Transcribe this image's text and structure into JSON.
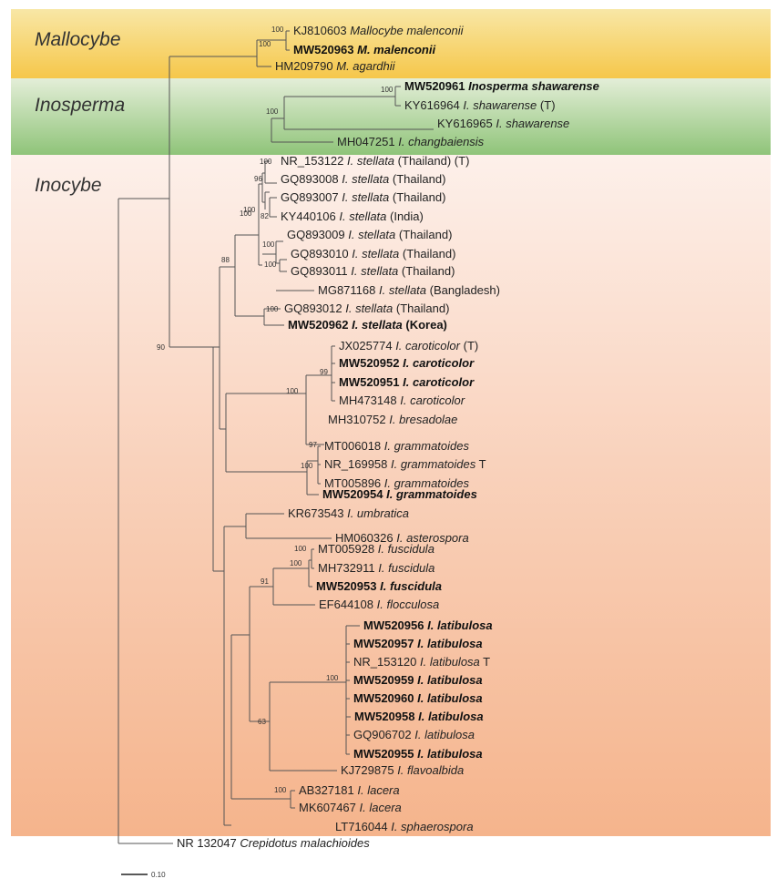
{
  "clades": [
    {
      "name": "Mallocybe",
      "color_top": "#f8e7a6",
      "color_bottom": "#f6c74a"
    },
    {
      "name": "Inosperma",
      "color_top": "#e4eed8",
      "color_bottom": "#8fc479"
    },
    {
      "name": "Inocybe",
      "color_top": "#fdf0ea",
      "color_bottom": "#f5b48c"
    }
  ],
  "taxa": [
    {
      "acc": "KJ810603",
      "species": "Mallocybe malenconii",
      "note": "",
      "bold": false
    },
    {
      "acc": "MW520963",
      "species": "M. malenconii",
      "note": "",
      "bold": true
    },
    {
      "acc": "HM209790",
      "species": "M. agardhii",
      "note": "",
      "bold": false
    },
    {
      "acc": "MW520961",
      "species": "Inosperma shawarense",
      "note": "",
      "bold": true
    },
    {
      "acc": "KY616964",
      "species": "I. shawarense",
      "note": "(T)",
      "bold": false
    },
    {
      "acc": "KY616965",
      "species": "I. shawarense",
      "note": "",
      "bold": false
    },
    {
      "acc": "MH047251",
      "species": "I. changbaiensis",
      "note": "",
      "bold": false
    },
    {
      "acc": "NR_153122",
      "species": "I. stellata",
      "note": "(Thailand) (T)",
      "bold": false
    },
    {
      "acc": "GQ893008",
      "species": "I. stellata",
      "note": "(Thailand)",
      "bold": false
    },
    {
      "acc": "GQ893007",
      "species": "I. stellata",
      "note": "(Thailand)",
      "bold": false
    },
    {
      "acc": "KY440106",
      "species": "I. stellata",
      "note": "(India)",
      "bold": false
    },
    {
      "acc": "GQ893009",
      "species": "I. stellata",
      "note": "(Thailand)",
      "bold": false
    },
    {
      "acc": "GQ893010",
      "species": "I. stellata",
      "note": "(Thailand)",
      "bold": false
    },
    {
      "acc": "GQ893011",
      "species": "I. stellata",
      "note": "(Thailand)",
      "bold": false
    },
    {
      "acc": "MG871168",
      "species": "I. stellata",
      "note": "(Bangladesh)",
      "bold": false
    },
    {
      "acc": "GQ893012",
      "species": "I. stellata",
      "note": "(Thailand)",
      "bold": false
    },
    {
      "acc": "MW520962",
      "species": "I. stellata",
      "note": "(Korea)",
      "bold": true
    },
    {
      "acc": "JX025774",
      "species": "I. caroticolor",
      "note": "(T)",
      "bold": false
    },
    {
      "acc": "MW520952",
      "species": "I. caroticolor",
      "note": "",
      "bold": true
    },
    {
      "acc": "MW520951",
      "species": "I. caroticolor",
      "note": "",
      "bold": true
    },
    {
      "acc": "MH473148",
      "species": "I. caroticolor",
      "note": "",
      "bold": false
    },
    {
      "acc": "MH310752",
      "species": "I. bresadolae",
      "note": "",
      "bold": false
    },
    {
      "acc": "MT006018",
      "species": "I. grammatoides",
      "note": "",
      "bold": false
    },
    {
      "acc": "NR_169958",
      "species": "I. grammatoides",
      "note": "T",
      "bold": false
    },
    {
      "acc": "MT005896",
      "species": "I. grammatoides",
      "note": "",
      "bold": false
    },
    {
      "acc": "MW520954",
      "species": "I. grammatoides",
      "note": "",
      "bold": true
    },
    {
      "acc": "KR673543",
      "species": "I. umbratica",
      "note": "",
      "bold": false
    },
    {
      "acc": "HM060326",
      "species": "I. asterospora",
      "note": "",
      "bold": false
    },
    {
      "acc": "MT005928",
      "species": "I. fuscidula",
      "note": "",
      "bold": false
    },
    {
      "acc": "MH732911",
      "species": "I. fuscidula",
      "note": "",
      "bold": false
    },
    {
      "acc": "MW520953",
      "species": "I. fuscidula",
      "note": "",
      "bold": true
    },
    {
      "acc": "EF644108",
      "species": "I. flocculosa",
      "note": "",
      "bold": false
    },
    {
      "acc": "MW520956",
      "species": "I. latibulosa",
      "note": "",
      "bold": true
    },
    {
      "acc": "MW520957",
      "species": "I. latibulosa",
      "note": "",
      "bold": true
    },
    {
      "acc": "NR_153120",
      "species": "I. latibulosa",
      "note": "T",
      "bold": false
    },
    {
      "acc": "MW520959",
      "species": "I. latibulosa",
      "note": "",
      "bold": true
    },
    {
      "acc": "MW520960",
      "species": "I. latibulosa",
      "note": "",
      "bold": true
    },
    {
      "acc": "MW520958",
      "species": "I. latibulosa",
      "note": "",
      "bold": true
    },
    {
      "acc": "GQ906702",
      "species": "I. latibulosa",
      "note": "",
      "bold": false
    },
    {
      "acc": "MW520955",
      "species": "I. latibulosa",
      "note": "",
      "bold": true
    },
    {
      "acc": "KJ729875",
      "species": "I. flavoalbida",
      "note": "",
      "bold": false
    },
    {
      "acc": "AB327181",
      "species": "I. lacera",
      "note": "",
      "bold": false
    },
    {
      "acc": "MK607467",
      "species": "I. lacera",
      "note": "",
      "bold": false
    },
    {
      "acc": "LT716044",
      "species": "I. sphaerospora",
      "note": "",
      "bold": false
    },
    {
      "acc": "NR 132047",
      "species": "Crepidotus malachioides",
      "note": "",
      "bold": false
    }
  ],
  "bootstrap": [
    "100",
    "100",
    "100",
    "100",
    "100",
    "100",
    "96",
    "82",
    "100",
    "100",
    "100",
    "88",
    "100",
    "100",
    "99",
    "97",
    "100",
    "90",
    "100",
    "100",
    "91",
    "100",
    "63",
    "100"
  ],
  "scale_label": "0.10",
  "colors": {
    "branch": "#555555",
    "text": "#222222"
  }
}
